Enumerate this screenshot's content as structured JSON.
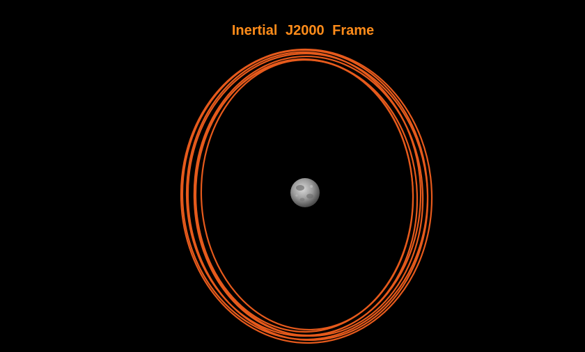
{
  "title": "Inertial J2000 Frame",
  "colors": {
    "background": "#000000",
    "title": "#ff8c1a",
    "orbit": "#e65a1c",
    "moon_light": "#c8c8c8",
    "moon_dark": "#5a5a5a"
  },
  "diagram": {
    "central_body": "Moon",
    "orbit_revolutions_shown": 8
  }
}
